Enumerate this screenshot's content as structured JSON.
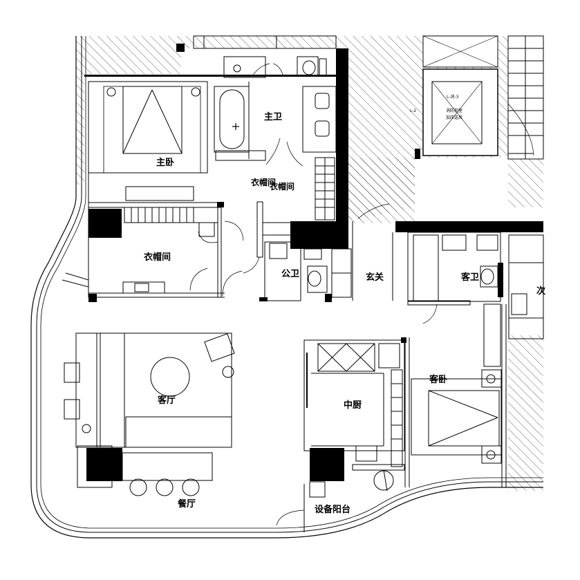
{
  "rooms": {
    "master_bedroom": "主卧",
    "master_bath": "主卫",
    "walkin_closet_upper": "衣帽间",
    "walkin_closet_upper_overlap": "衣帽间",
    "walkin_closet_left": "衣帽间",
    "public_bath": "公卫",
    "foyer": "玄关",
    "guest_bath": "客卫",
    "living_room": "客厅",
    "middle_kitchen": "中厨",
    "guest_bedroom": "客卧",
    "dining_room": "餐厅",
    "equipment_balcony": "设备阳台",
    "cut_off_label": "次"
  },
  "shaft_notes": {
    "line1": "L-消-3",
    "line2": "消防前室",
    "line3": "加压送风",
    "side": "L-2"
  },
  "colors": {
    "line": "#000000",
    "hatch": "#000000",
    "background": "#ffffff"
  }
}
